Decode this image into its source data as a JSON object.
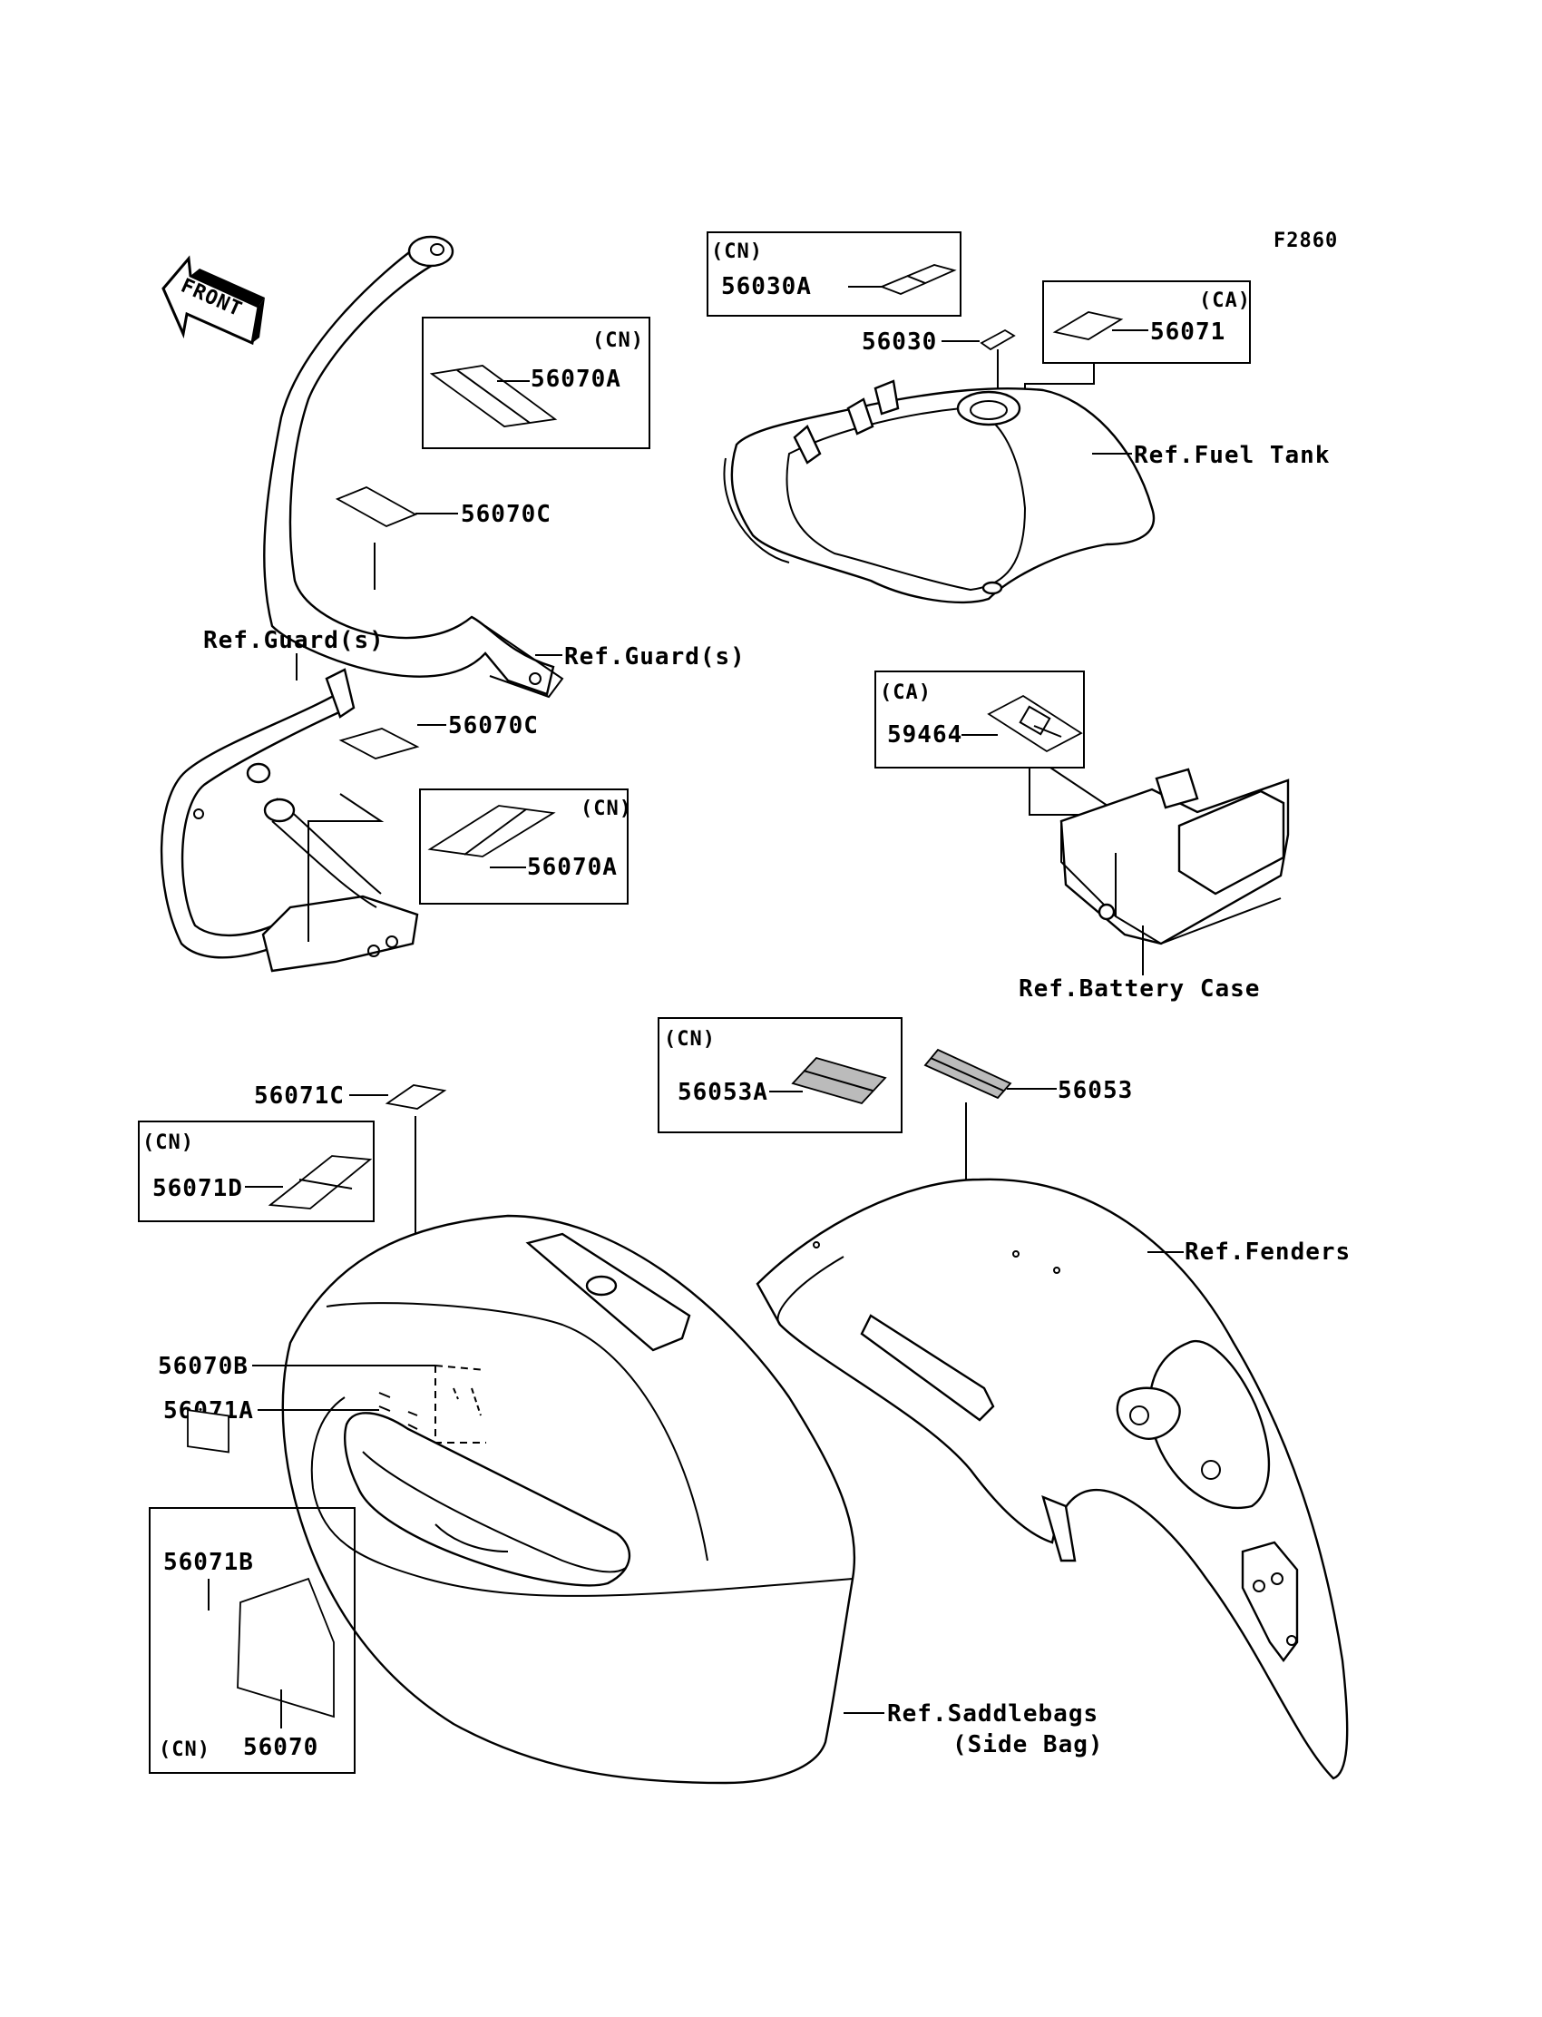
{
  "figure_code": "F2860",
  "front_label": "FRONT",
  "labels": {
    "p56030A": "56030A",
    "p56030": "56030",
    "p56071": "56071",
    "p56070A_top": "56070A",
    "p56070C_top": "56070C",
    "p56070C_mid": "56070C",
    "p56070A_mid": "56070A",
    "p59464": "59464",
    "p56053A": "56053A",
    "p56053": "56053",
    "p56071C": "56071C",
    "p56071D": "56071D",
    "p56070B": "56070B",
    "p56071A": "56071A",
    "p56071B": "56071B",
    "p56070": "56070"
  },
  "region_tags": {
    "cn_56030A": "(CN)",
    "ca_56071": "(CA)",
    "cn_56070A_top": "(CN)",
    "ca_59464": "(CA)",
    "cn_56070A_mid": "(CN)",
    "cn_56053A": "(CN)",
    "cn_56071D": "(CN)",
    "cn_56070": "(CN)"
  },
  "refs": {
    "fuel_tank": "Ref.Fuel Tank",
    "guard_right": "Ref.Guard(s)",
    "guard_left": "Ref.Guard(s)",
    "battery_case": "Ref.Battery Case",
    "fenders": "Ref.Fenders",
    "saddlebags": "Ref.Saddlebags",
    "saddlebags_sub": "(Side Bag)"
  }
}
